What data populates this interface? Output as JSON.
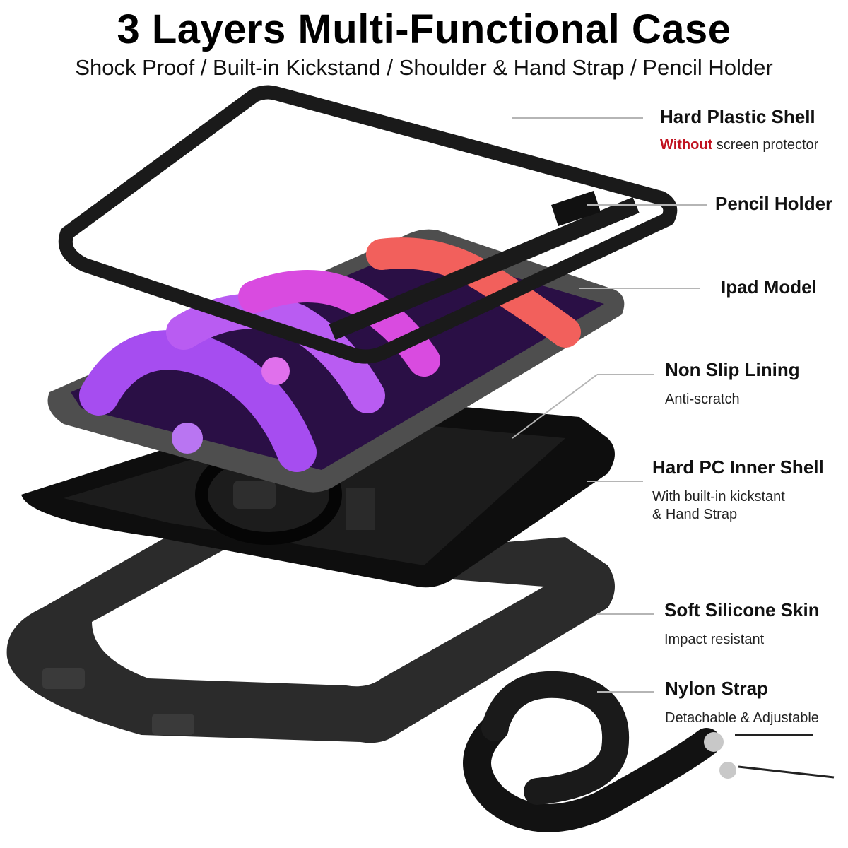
{
  "header": {
    "title": "3 Layers Multi-Functional Case",
    "subtitle": "Shock Proof / Built-in Kickstand / Shoulder & Hand Strap / Pencil Holder"
  },
  "callouts": [
    {
      "title": "Hard Plastic Shell",
      "desc_accent": "Without",
      "desc": " screen protector"
    },
    {
      "title": "Pencil Holder"
    },
    {
      "title": "Ipad Model"
    },
    {
      "title": "Non Slip Lining",
      "desc": "Anti-scratch"
    },
    {
      "title": "Hard PC Inner Shell",
      "desc_line1": "With built-in kickstant",
      "desc_line2": "& Hand Strap"
    },
    {
      "title": "Soft Silicone Skin",
      "desc": "Impact resistant"
    },
    {
      "title": "Nylon Strap",
      "desc": "Detachable & Adjustable"
    }
  ],
  "colors": {
    "accent": "#c0121f",
    "leader": "#b5b5b5",
    "case_black": "#1b1b1b",
    "screen_bg": "#2a0f45",
    "purple": "#a64df0",
    "magenta": "#d94be0",
    "coral": "#f2605c"
  }
}
